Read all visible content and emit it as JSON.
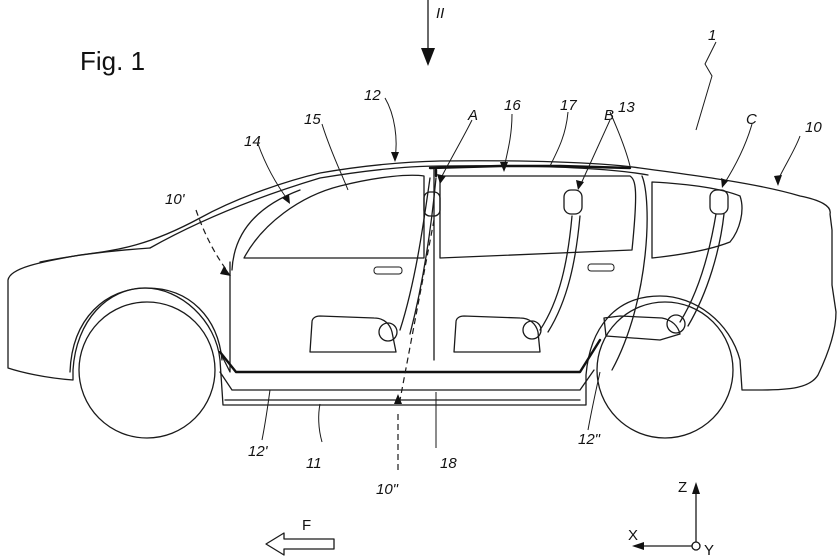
{
  "figure": {
    "title": "Fig. 1"
  },
  "view_marker": "II",
  "labels": {
    "vehicle": "1",
    "body": "10",
    "body_front": "10'",
    "body_under": "10\"",
    "roof_frame": "12",
    "frame_front": "12'",
    "frame_rear": "12\"",
    "sill": "11",
    "roof_rear": "13",
    "a_pillar": "14",
    "windshield": "15",
    "roof_panel": "16",
    "roof_rail": "17",
    "floor": "18",
    "pillar_a": "A",
    "pillar_b": "B",
    "pillar_c": "C"
  },
  "axes": {
    "x": "X",
    "y": "Y",
    "z": "Z"
  },
  "direction": {
    "label": "F"
  }
}
